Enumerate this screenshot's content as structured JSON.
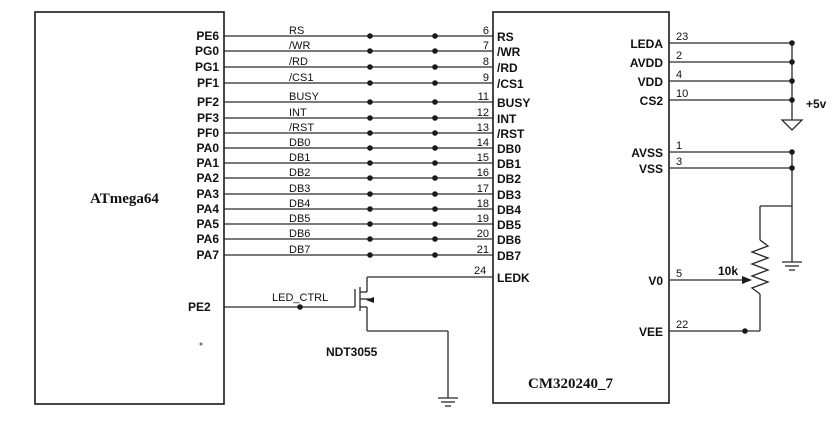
{
  "mcu": {
    "name": "ATmega64",
    "pins": [
      "PE6",
      "PG0",
      "PG1",
      "PF1",
      "PF2",
      "PF3",
      "PF0",
      "PA0",
      "PA1",
      "PA2",
      "PA3",
      "PA4",
      "PA5",
      "PA6",
      "PA7"
    ],
    "pe2_label": "PE2"
  },
  "nets": {
    "labels": [
      "RS",
      "/WR",
      "/RD",
      "/CS1",
      "BUSY",
      "INT",
      "/RST",
      "DB0",
      "DB1",
      "DB2",
      "DB3",
      "DB4",
      "DB5",
      "DB6",
      "DB7"
    ],
    "numbers": [
      "6",
      "7",
      "8",
      "9",
      "11",
      "12",
      "13",
      "14",
      "15",
      "16",
      "17",
      "18",
      "19",
      "20",
      "21"
    ]
  },
  "lcd": {
    "name": "CM320240_7",
    "left_pins": [
      "RS",
      "/WR",
      "/RD",
      "/CS1",
      "BUSY",
      "INT",
      "/RST",
      "DB0",
      "DB1",
      "DB2",
      "DB3",
      "DB4",
      "DB5",
      "DB6",
      "DB7"
    ],
    "ledk_num": "24",
    "ledk_label": "LEDK",
    "right_pins": [
      {
        "label": "LEDA",
        "num": "23"
      },
      {
        "label": "AVDD",
        "num": "2"
      },
      {
        "label": "VDD",
        "num": "4"
      },
      {
        "label": "CS2",
        "num": "10"
      },
      {
        "label": "AVSS",
        "num": "1"
      },
      {
        "label": "VSS",
        "num": "3"
      },
      {
        "label": "V0",
        "num": "5"
      },
      {
        "label": "VEE",
        "num": "22"
      }
    ]
  },
  "led_ctrl": "LED_CTRL",
  "transistor": "NDT3055",
  "supply": "+5v",
  "pot": "10k"
}
